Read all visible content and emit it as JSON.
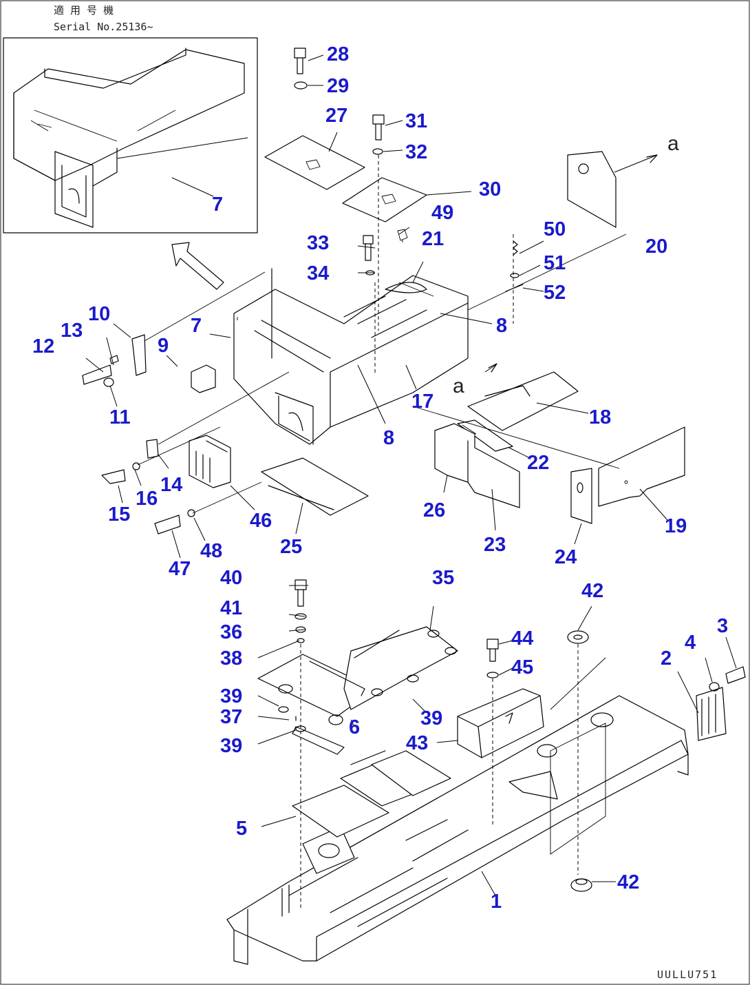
{
  "header": {
    "line1": "適 用 号 機",
    "line2": "Serial No.25136~"
  },
  "footer_code": "UULLU751",
  "view_letters": [
    "a",
    "a"
  ],
  "callouts": [
    "1",
    "2",
    "3",
    "4",
    "5",
    "6",
    "7",
    "7",
    "8",
    "8",
    "9",
    "10",
    "11",
    "12",
    "13",
    "14",
    "15",
    "16",
    "17",
    "18",
    "19",
    "20",
    "21",
    "22",
    "23",
    "24",
    "25",
    "26",
    "27",
    "28",
    "29",
    "30",
    "31",
    "32",
    "33",
    "34",
    "35",
    "36",
    "37",
    "38",
    "39",
    "39",
    "39",
    "40",
    "41",
    "42",
    "42",
    "43",
    "44",
    "45",
    "46",
    "47",
    "48",
    "49",
    "50",
    "51",
    "52"
  ]
}
